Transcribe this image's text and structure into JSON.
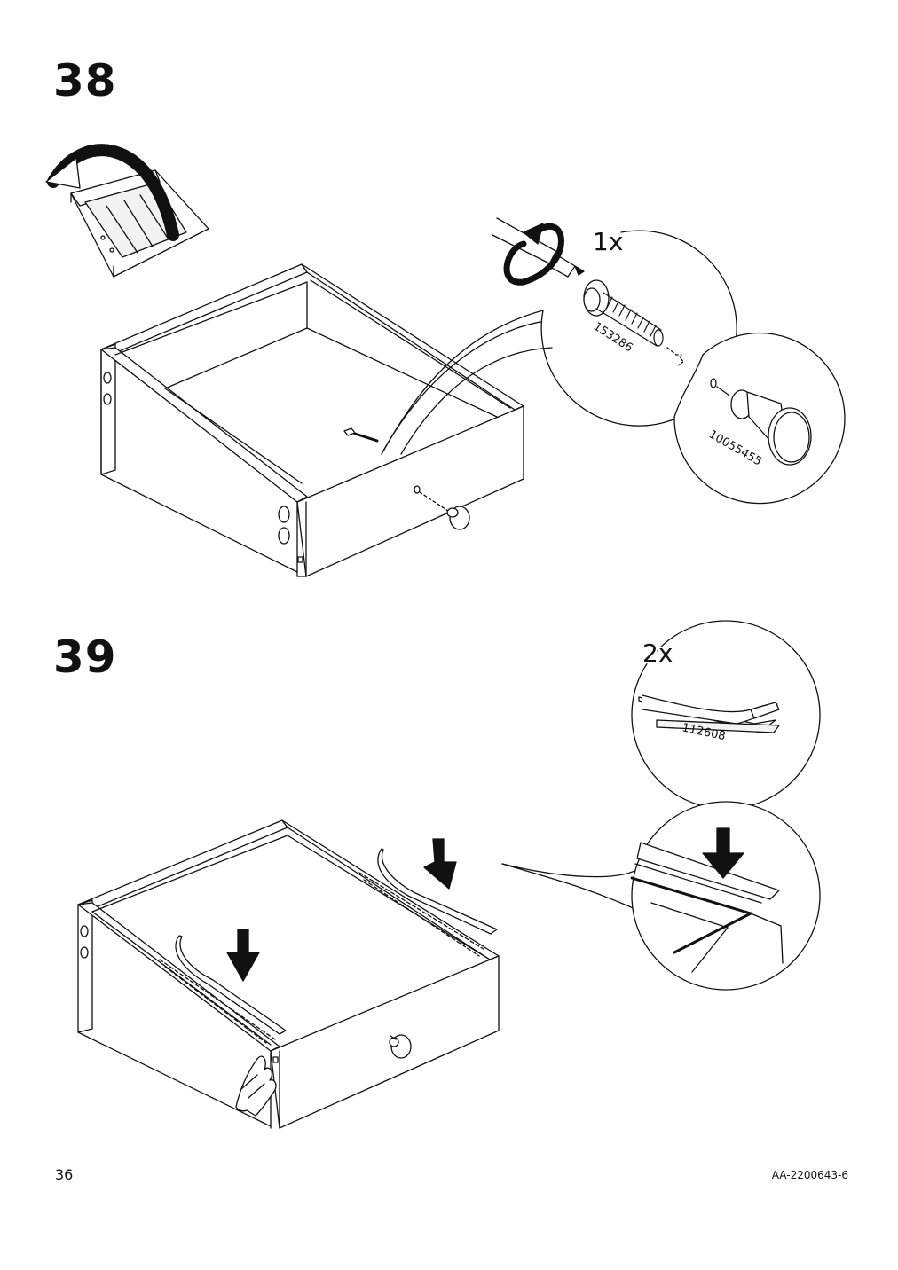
{
  "page": {
    "number": "36",
    "doc_code": "AA-2200643-6"
  },
  "steps": [
    {
      "number": "38",
      "quantity": "1x",
      "parts": [
        "153286",
        "10055455"
      ]
    },
    {
      "number": "39",
      "quantity": "2x",
      "parts": [
        "112608"
      ]
    }
  ]
}
